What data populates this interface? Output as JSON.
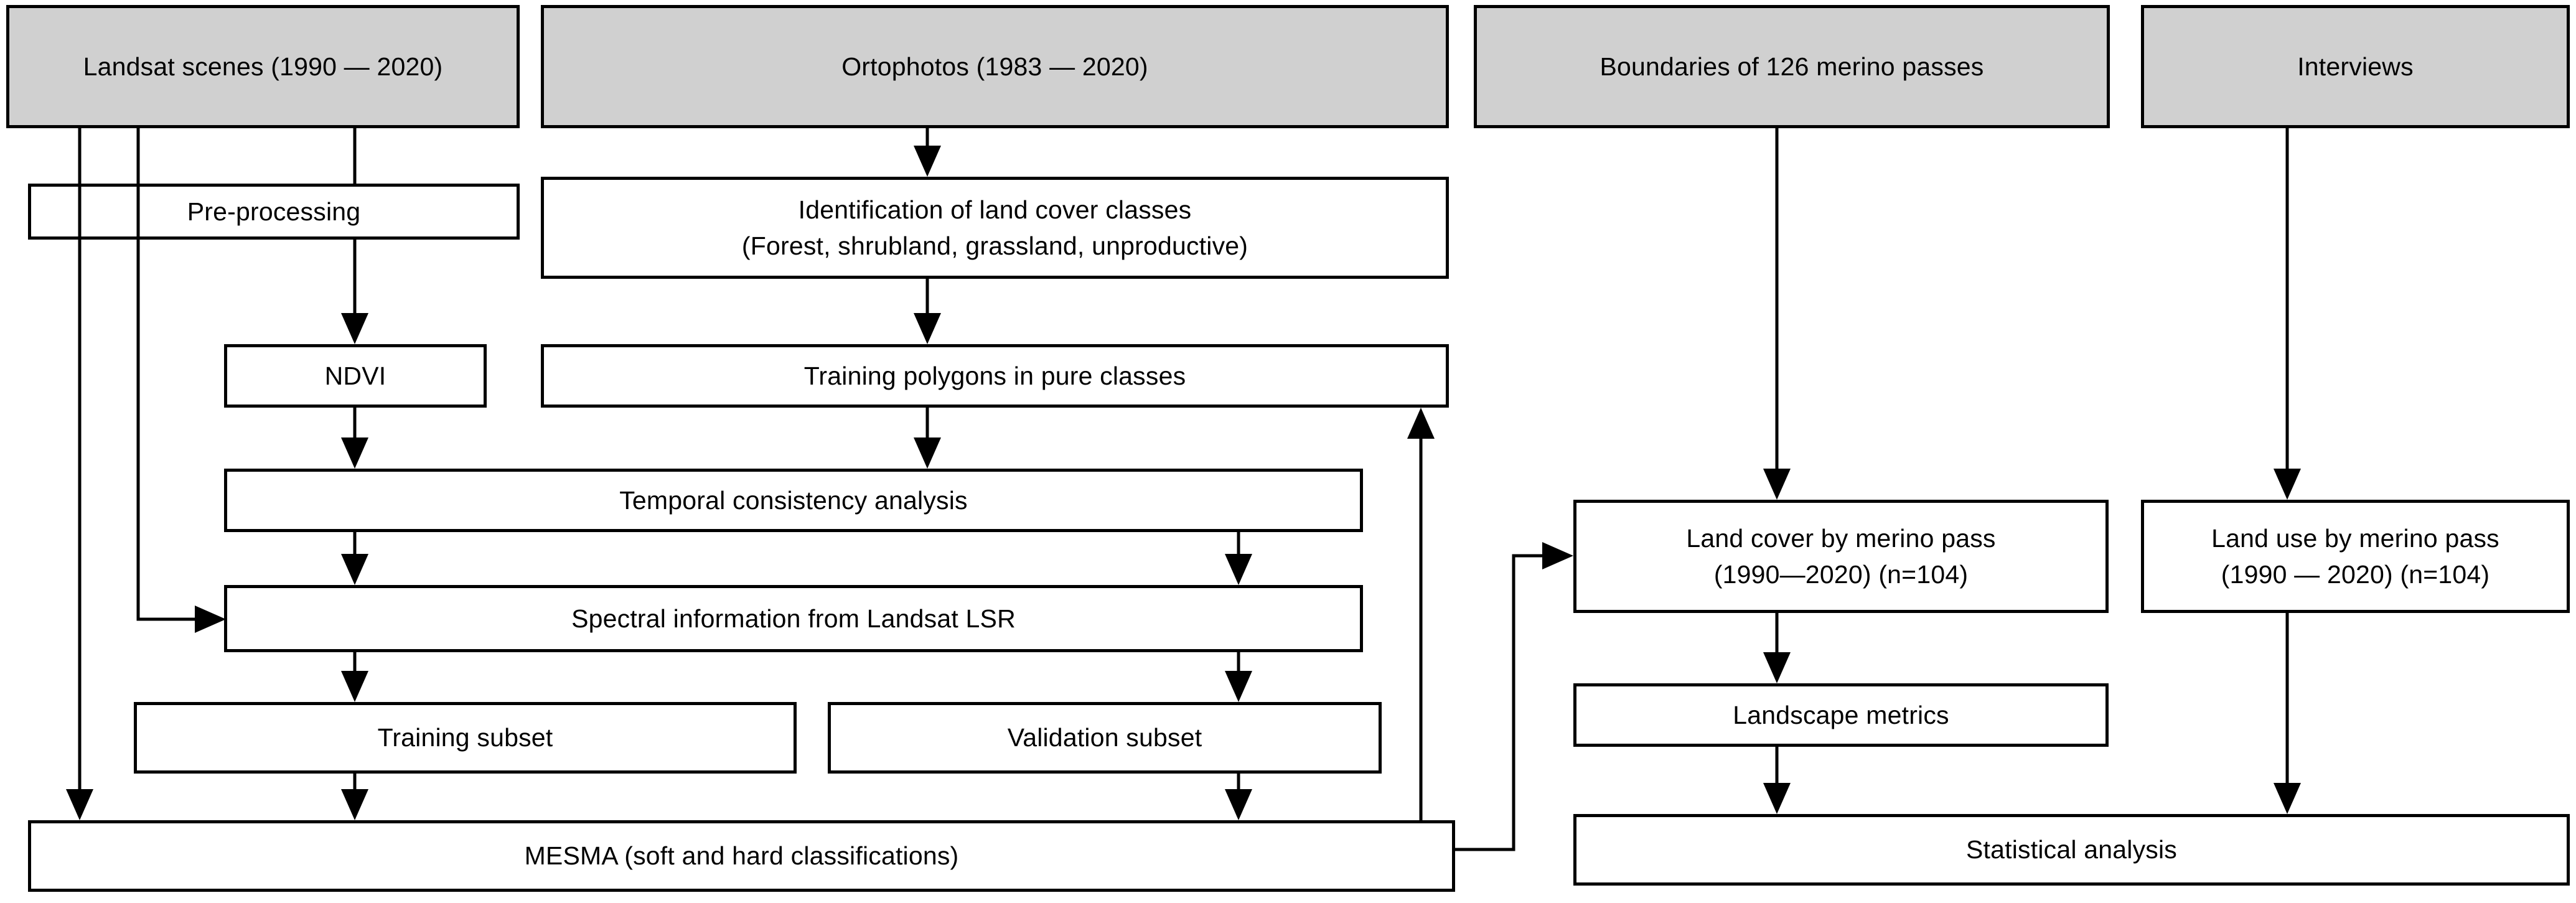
{
  "diagram": {
    "title": "Methodology flowchart",
    "colors": {
      "source_box_fill": "#d0d0d0",
      "process_box_fill": "#ffffff",
      "stroke": "#000000",
      "background": "#ffffff"
    }
  },
  "nodes": {
    "landsat_scenes": {
      "label": "Landsat scenes (1990 — 2020)",
      "type": "data-source"
    },
    "ortophotos": {
      "label": "Ortophotos (1983 — 2020)",
      "type": "data-source"
    },
    "boundaries": {
      "label": "Boundaries of 126 merino passes",
      "type": "data-source"
    },
    "interviews": {
      "label": "Interviews",
      "type": "data-source"
    },
    "preprocessing": {
      "label": "Pre-processing",
      "type": "process"
    },
    "identification": {
      "line1": "Identification of land cover classes",
      "line2": "(Forest, shrubland, grassland, unproductive)",
      "type": "process"
    },
    "ndvi": {
      "label": "NDVI",
      "type": "process"
    },
    "training_polygons": {
      "label": "Training polygons in pure classes",
      "type": "process"
    },
    "temporal_consistency": {
      "label": "Temporal consistency analysis",
      "type": "process"
    },
    "spectral_information": {
      "label": "Spectral information from Landsat LSR",
      "type": "process"
    },
    "training_subset": {
      "label": "Training subset",
      "type": "process"
    },
    "validation_subset": {
      "label": "Validation subset",
      "type": "process"
    },
    "mesma": {
      "label": "MESMA (soft and hard classifications)",
      "type": "process"
    },
    "land_cover_merino": {
      "line1": "Land cover by merino pass",
      "line2": "(1990—2020) (n=104)",
      "type": "process"
    },
    "land_use_merino": {
      "line1": "Land use by merino pass",
      "line2": "(1990 — 2020) (n=104)",
      "type": "process"
    },
    "landscape_metrics": {
      "label": "Landscape metrics",
      "type": "process"
    },
    "statistical_analysis": {
      "label": "Statistical analysis",
      "type": "process"
    }
  },
  "edges": [
    {
      "from": "landsat_scenes",
      "to": "preprocessing",
      "kind": "vertical"
    },
    {
      "from": "landsat_scenes",
      "to": "mesma",
      "kind": "vertical-bypass"
    },
    {
      "from": "landsat_scenes",
      "to": "spectral_information",
      "kind": "elbow-right"
    },
    {
      "from": "preprocessing",
      "to": "ndvi",
      "kind": "vertical"
    },
    {
      "from": "ortophotos",
      "to": "identification",
      "kind": "vertical"
    },
    {
      "from": "identification",
      "to": "training_polygons",
      "kind": "vertical"
    },
    {
      "from": "ndvi",
      "to": "temporal_consistency",
      "kind": "vertical"
    },
    {
      "from": "training_polygons",
      "to": "temporal_consistency",
      "kind": "vertical"
    },
    {
      "from": "temporal_consistency",
      "to": "spectral_information",
      "kind": "vertical"
    },
    {
      "from": "temporal_consistency",
      "to": "spectral_information",
      "kind": "vertical-right"
    },
    {
      "from": "spectral_information",
      "to": "training_subset",
      "kind": "vertical"
    },
    {
      "from": "spectral_information",
      "to": "validation_subset",
      "kind": "vertical"
    },
    {
      "from": "training_subset",
      "to": "mesma",
      "kind": "vertical"
    },
    {
      "from": "validation_subset",
      "to": "mesma",
      "kind": "vertical"
    },
    {
      "from": "mesma",
      "to": "training_polygons",
      "kind": "feedback-up"
    },
    {
      "from": "mesma",
      "to": "land_cover_merino",
      "kind": "elbow-right-up"
    },
    {
      "from": "boundaries",
      "to": "land_cover_merino",
      "kind": "vertical"
    },
    {
      "from": "interviews",
      "to": "land_use_merino",
      "kind": "vertical"
    },
    {
      "from": "land_cover_merino",
      "to": "landscape_metrics",
      "kind": "vertical"
    },
    {
      "from": "landscape_metrics",
      "to": "statistical_analysis",
      "kind": "vertical"
    },
    {
      "from": "land_use_merino",
      "to": "statistical_analysis",
      "kind": "vertical"
    }
  ]
}
